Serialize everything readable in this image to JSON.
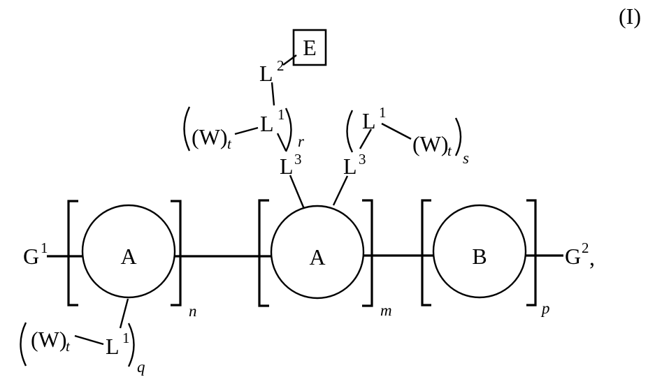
{
  "figure": {
    "index_label": "(I)",
    "ink_color": "#000000",
    "background_color": "#ffffff"
  },
  "backbone": {
    "left_end_group": {
      "base": "G",
      "sup": "1"
    },
    "right_end_group": {
      "base": "G",
      "sup": "2",
      "trailing_comma": ","
    },
    "units": [
      {
        "ring_label": "A",
        "repeat_subscript": "n"
      },
      {
        "ring_label": "A",
        "repeat_subscript": "m"
      },
      {
        "ring_label": "B",
        "repeat_subscript": "p"
      }
    ]
  },
  "pendant_top_left": {
    "cap_box_label": "E",
    "linker2": {
      "base": "L",
      "sup": "2"
    },
    "repeat_group": {
      "w_label": "(W)",
      "w_subscript": "t",
      "linker1": {
        "base": "L",
        "sup": "1"
      },
      "repeat_subscript": "r"
    },
    "linker3": {
      "base": "L",
      "sup": "3"
    }
  },
  "pendant_top_right": {
    "repeat_group": {
      "linker1": {
        "base": "L",
        "sup": "1"
      },
      "w_label": "(W)",
      "w_subscript": "t",
      "repeat_subscript": "s"
    },
    "linker3": {
      "base": "L",
      "sup": "3"
    }
  },
  "pendant_bottom_left": {
    "repeat_group": {
      "w_label": "(W)",
      "w_subscript": "t",
      "linker1": {
        "base": "L",
        "sup": "1"
      },
      "repeat_subscript": "q"
    }
  }
}
